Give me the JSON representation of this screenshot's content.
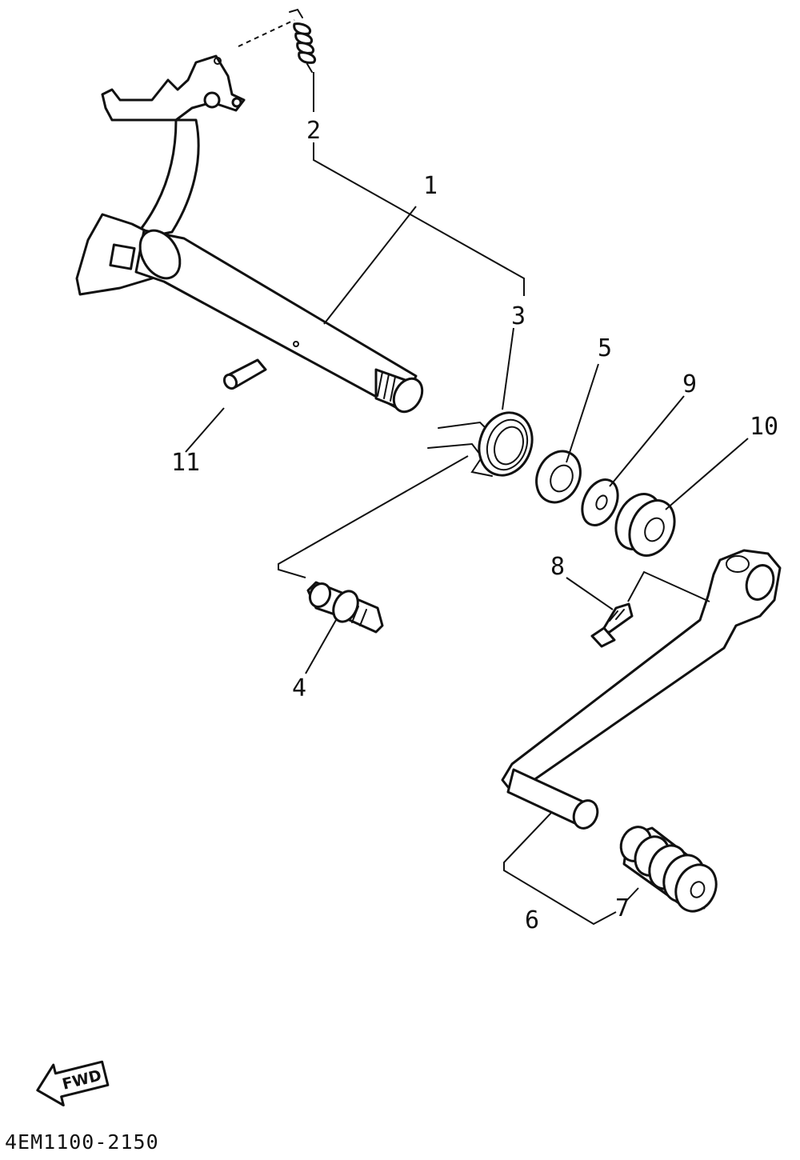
{
  "callouts": [
    "1",
    "2",
    "3",
    "4",
    "5",
    "6",
    "7",
    "8",
    "9",
    "10",
    "11"
  ],
  "direction_label": "FWD",
  "drawing_code": "4EM1100-2150"
}
